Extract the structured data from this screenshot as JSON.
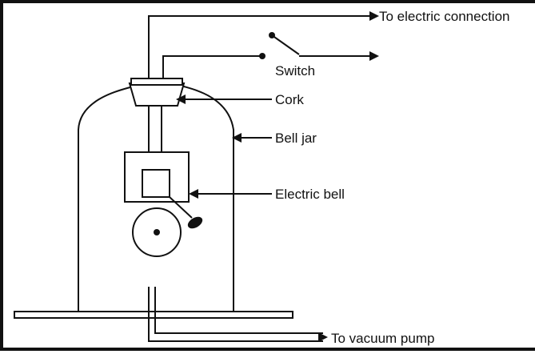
{
  "labels": {
    "electric_connection": "To electric connection",
    "switch": "Switch",
    "cork": "Cork",
    "bell_jar": "Bell jar",
    "electric_bell": "Electric bell",
    "vacuum_pump": "To vacuum pump"
  },
  "colors": {
    "ink": "#111111",
    "background": "#ffffff"
  }
}
